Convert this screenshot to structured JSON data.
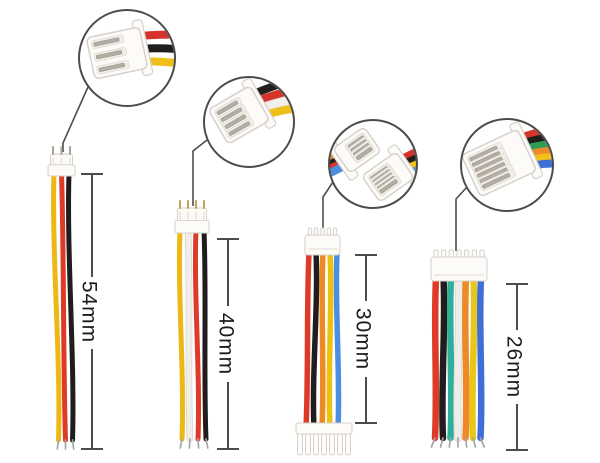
{
  "image": {
    "description": "Product photo: four micro JST-style connector wire assemblies with magnifier insets and length dimension annotations",
    "background_color": "#ffffff"
  },
  "annotation_style": {
    "line_color": "#4c4c4c",
    "label_color": "#1b1b1b"
  },
  "cables": [
    {
      "length_label": "54mm",
      "pin_count": 3,
      "wire_names": [
        "yellow",
        "red",
        "black"
      ],
      "wire_colors": [
        "#EDB714",
        "#DE3A28",
        "#211D1E"
      ],
      "ends": "connector-to-tinned-leads"
    },
    {
      "length_label": "40mm",
      "pin_count": 4,
      "wire_names": [
        "yellow",
        "white",
        "red",
        "black"
      ],
      "wire_colors": [
        "#EDB714",
        "#F1EEE8",
        "#DE3A28",
        "#211D1E"
      ],
      "ends": "connector-to-tinned-leads"
    },
    {
      "length_label": "30mm",
      "pin_count": 5,
      "wire_names": [
        "red",
        "black",
        "orange",
        "yellow",
        "blue"
      ],
      "wire_colors": [
        "#DE3A28",
        "#211D1E",
        "#EE8A25",
        "#EDC20E",
        "#4C8FE2"
      ],
      "ends": "connector-to-connector"
    },
    {
      "length_label": "26mm",
      "pin_count": 7,
      "wire_names": [
        "red",
        "black",
        "teal",
        "white",
        "orange",
        "yellow",
        "blue"
      ],
      "wire_colors": [
        "#DE3A28",
        "#211D1E",
        "#2FAF9B",
        "#EFEDE8",
        "#EE8A25",
        "#E8C61C",
        "#3E6FD8"
      ],
      "ends": "connector-to-tinned-leads"
    }
  ],
  "zoom_insets": [
    {
      "shows": "3-pin connector close-up",
      "wire_colors": [
        "#D6342A",
        "#221E1E",
        "#F0C01A"
      ]
    },
    {
      "shows": "4-pin connector close-up",
      "wire_colors": [
        "#221E1E",
        "#D6342A",
        "#F3F0EA",
        "#F0C01A"
      ]
    },
    {
      "shows": "mating 5-pin connector pair close-up",
      "wire_colors_left": [
        "#F0C01A",
        "#EE8A2A",
        "#221E1E",
        "#D6342A",
        "#4C8FE2"
      ],
      "wire_colors_right": [
        "#D6342A",
        "#221E1E",
        "#F0C01A",
        "#4C8FE2"
      ]
    },
    {
      "shows": "6-pin connector close-up",
      "wire_colors": [
        "#D6342A",
        "#221E1E",
        "#2E9E57",
        "#EE8A2A",
        "#F0C01A",
        "#3C6FD6"
      ]
    }
  ],
  "connector_style": {
    "body": "#FCFBF8",
    "outline": "#D6D2CB",
    "slot": "#F1EEE9",
    "pin_metal": "#B3ADA3",
    "pin_silver": "#A9A39A",
    "pin_gold": "#C2A14E",
    "tip_metal": "#A6A6A6"
  }
}
